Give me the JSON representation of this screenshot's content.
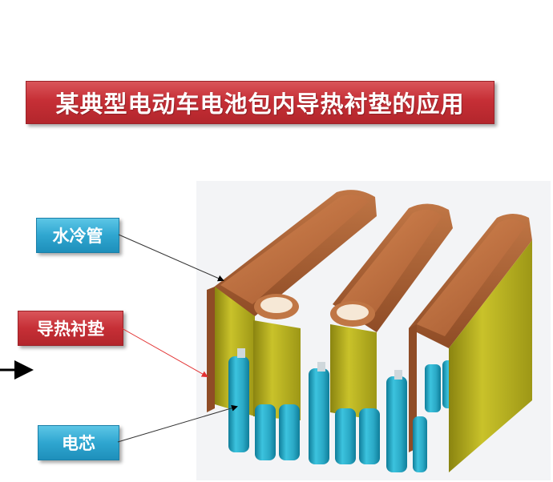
{
  "title": "某典型电动车电池包内导热衬垫的应用",
  "labels": {
    "cooling_pipe": "水冷管",
    "thermal_pad": "导热衬垫",
    "cell": "电芯"
  },
  "colors": {
    "title_bg": "#c62f36",
    "label_blue": "#2fa6d0",
    "pipe": "#b5653a",
    "pad": "#b9b21c",
    "cell": "#23a9c6"
  }
}
